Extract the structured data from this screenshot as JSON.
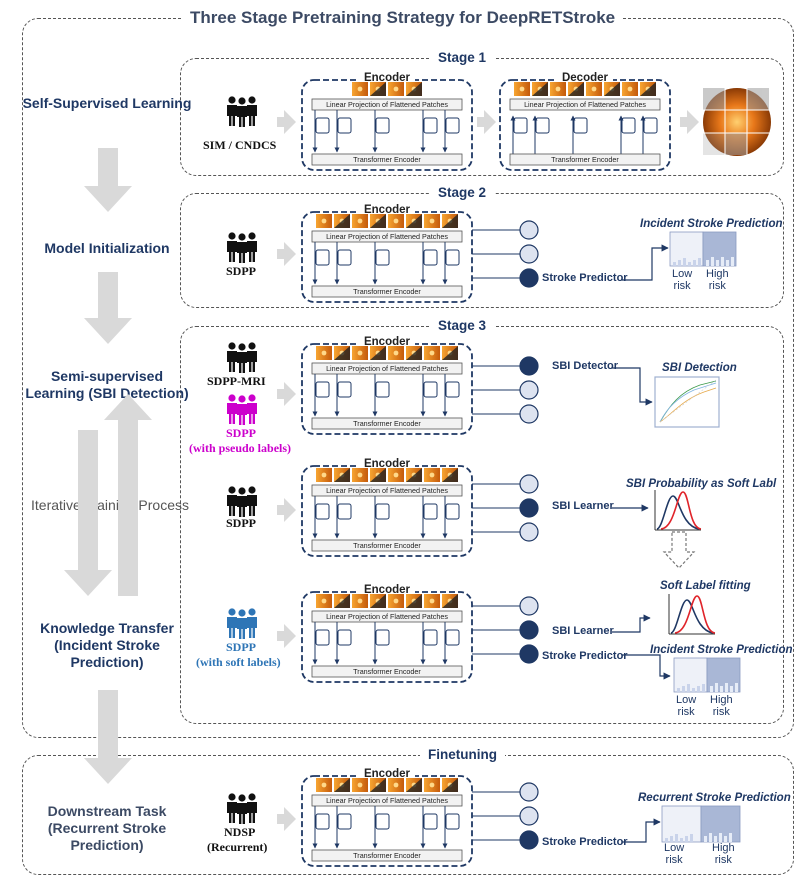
{
  "title": "Three Stage Pretraining Strategy for DeepRETStroke",
  "stages": {
    "stage1": "Stage 1",
    "stage2": "Stage 2",
    "stage3": "Stage 3",
    "finetune": "Finetuning"
  },
  "left_labels": {
    "ssl": "Self-Supervised Learning",
    "init": "Model Initialization",
    "semi": "Semi-supervised Learning (SBI Detection)",
    "iter": "Iterative Training Process",
    "kt": "Knowledge Transfer (Incident Stroke Prediction)",
    "down": "Downstream Task (Recurrent Stroke Prediction)"
  },
  "datasets": {
    "sim": "SIM / CNDCS",
    "sdpp": "SDPP",
    "sdpp_mri": "SDPP-MRI",
    "sdpp_pseudo": "SDPP",
    "pseudo_note": "(with pseudo labels)",
    "sdpp_soft": "SDPP",
    "soft_note": "(with soft labels)",
    "ndsp": "NDSP",
    "recurrent": "(Recurrent)"
  },
  "blocks": {
    "encoder": "Encoder",
    "decoder": "Decoder",
    "linear": "Linear Projection of Flattened Patches",
    "transformer": "Transformer Encoder"
  },
  "heads": {
    "stroke_predictor": "Stroke Predictor",
    "sbi_detector": "SBI Detector",
    "sbi_learner": "SBI Learner"
  },
  "outputs": {
    "incident": "Incident Stroke Prediction",
    "sbi_detection": "SBI Detection",
    "sbi_prob": "SBI Probability as Soft Labl",
    "soft_fit": "Soft Label fitting",
    "recurrent": "Recurrent Stroke Prediction",
    "low": "Low",
    "high": "High",
    "risk": "risk"
  },
  "colors": {
    "navy": "#1f3864",
    "magenta": "#cc00cc",
    "blue": "#2e75b6",
    "orange": "#e87722",
    "arrow_gray": "#d9d9d9"
  }
}
